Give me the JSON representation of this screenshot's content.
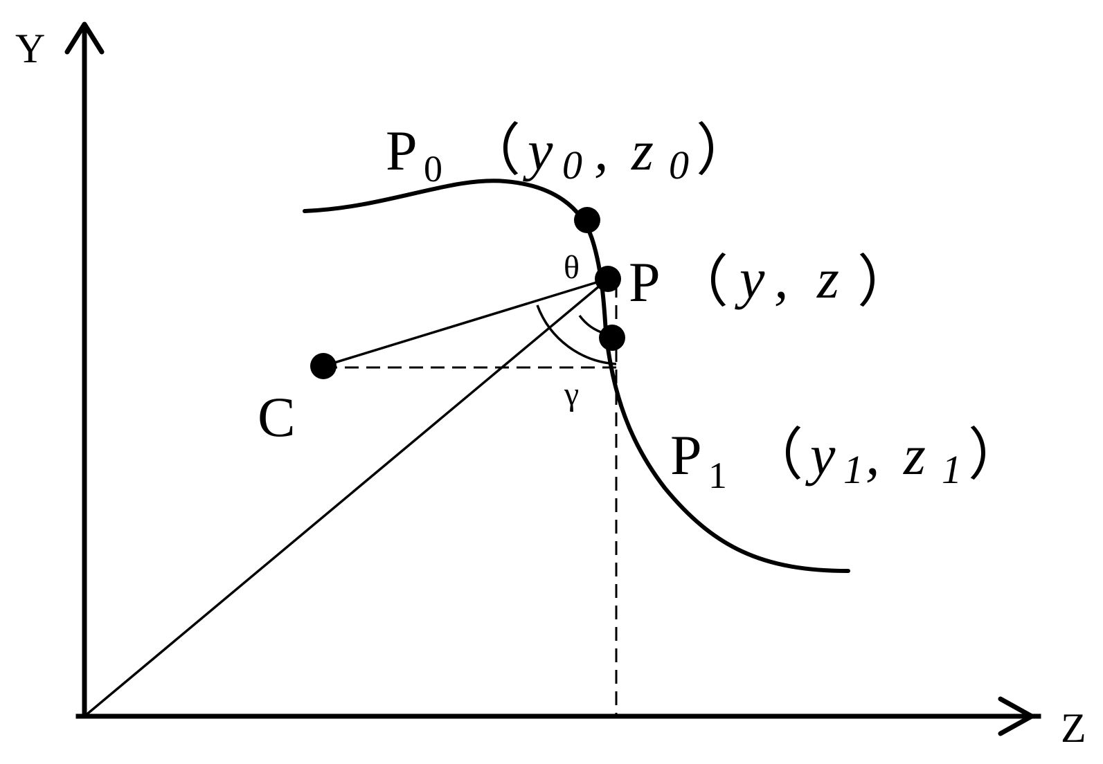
{
  "axes": {
    "y_label": "Y",
    "z_label": "Z"
  },
  "points": {
    "p0": {
      "name": "P",
      "sub": "0",
      "open": "（",
      "y": "y",
      "y_sub": "0",
      "comma": ",",
      "z": "z",
      "z_sub": "0",
      "close": "）"
    },
    "p": {
      "name": "P",
      "open": "（",
      "y": "y",
      "comma": ",",
      "z": "z",
      "close": "）"
    },
    "p1": {
      "name": "P",
      "sub": "1",
      "open": "（",
      "y": "y",
      "y_sub": "1",
      "comma": ",",
      "z": "z",
      "z_sub": "1",
      "close": "）"
    },
    "c": {
      "name": "C"
    }
  },
  "angles": {
    "theta": "θ",
    "gamma": "γ"
  }
}
